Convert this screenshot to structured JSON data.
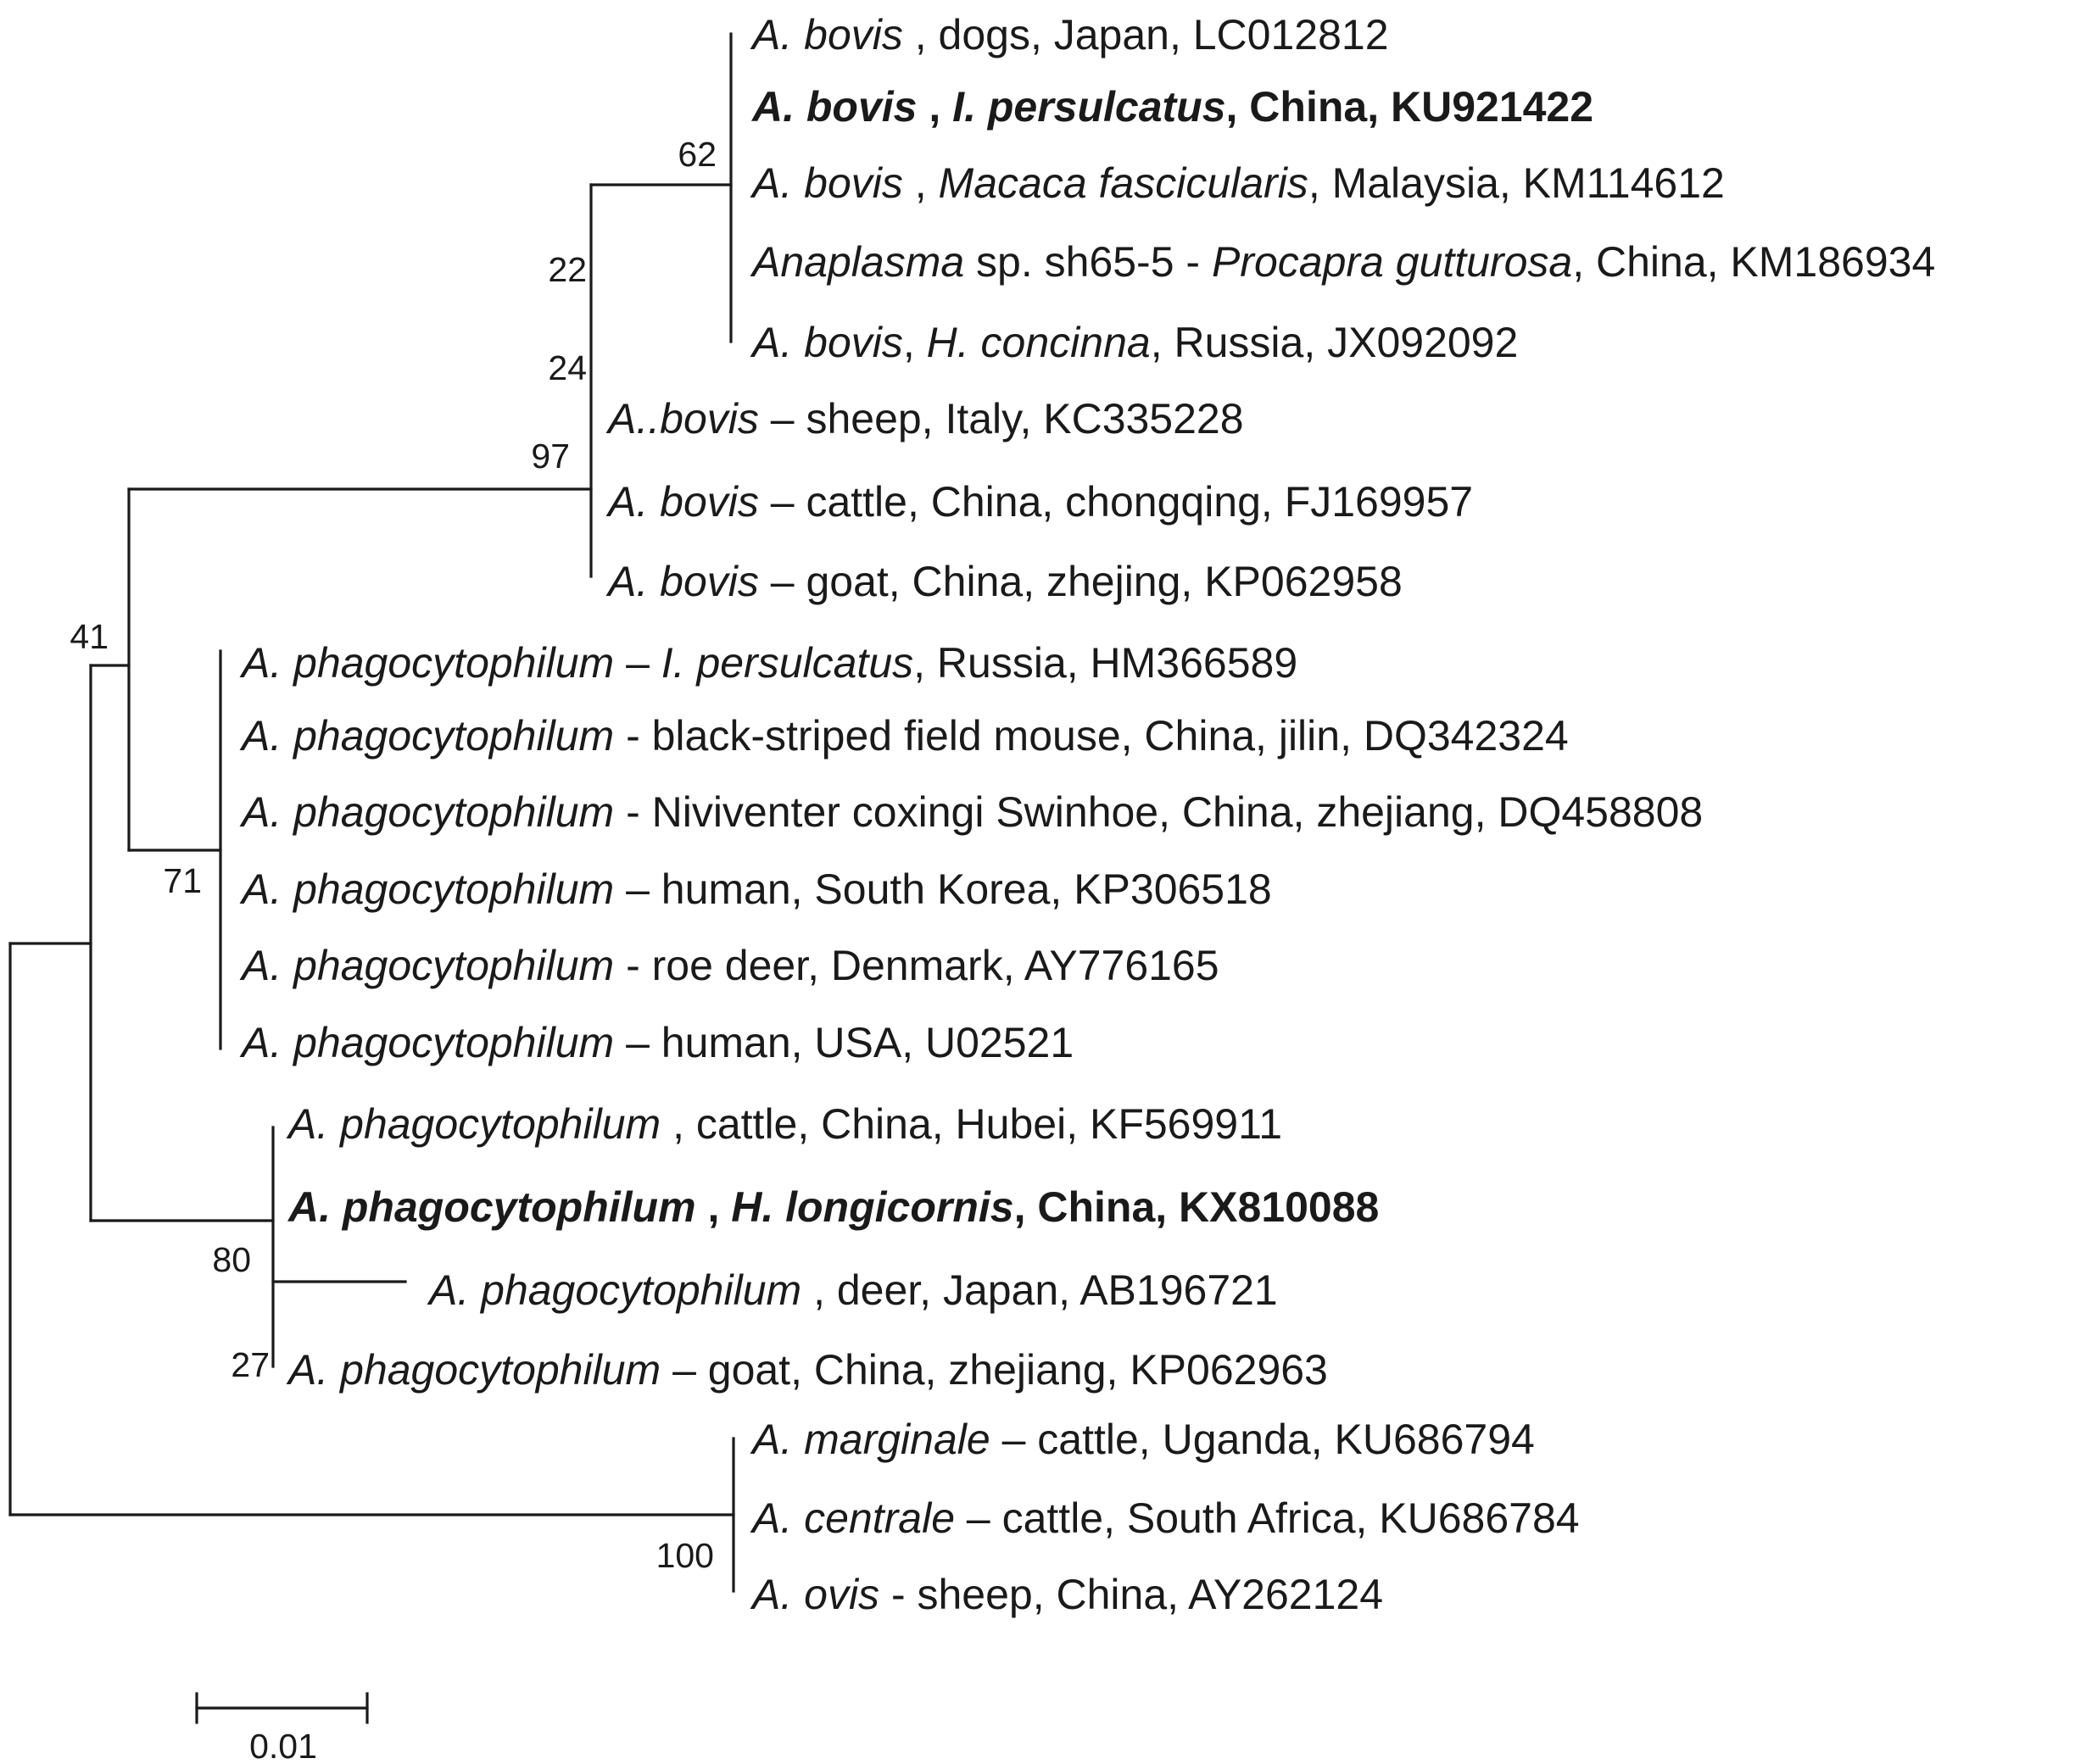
{
  "tree": {
    "taxa": [
      {
        "id": "t1",
        "bold": false,
        "parts": [
          {
            "text": "A. bovis",
            "italic": true
          },
          {
            "text": " , dogs, Japan, LC012812",
            "italic": false
          }
        ]
      },
      {
        "id": "t2",
        "bold": true,
        "parts": [
          {
            "text": "A. bovis",
            "italic": true
          },
          {
            "text": " , ",
            "italic": false
          },
          {
            "text": "I. persulcatus",
            "italic": true
          },
          {
            "text": ", China, KU921422",
            "italic": false
          }
        ]
      },
      {
        "id": "t3",
        "bold": false,
        "parts": [
          {
            "text": "A. bovis",
            "italic": true
          },
          {
            "text": " , ",
            "italic": false
          },
          {
            "text": "Macaca fascicularis",
            "italic": true
          },
          {
            "text": ", Malaysia, KM114612",
            "italic": false
          }
        ]
      },
      {
        "id": "t4",
        "bold": false,
        "parts": [
          {
            "text": "Anaplasma",
            "italic": true
          },
          {
            "text": " sp. sh65-5 - ",
            "italic": false
          },
          {
            "text": "Procapra gutturosa",
            "italic": true
          },
          {
            "text": ", China, KM186934",
            "italic": false
          }
        ]
      },
      {
        "id": "t5",
        "bold": false,
        "parts": [
          {
            "text": "A. bovis",
            "italic": true
          },
          {
            "text": ", ",
            "italic": false
          },
          {
            "text": "H. concinna",
            "italic": true
          },
          {
            "text": ", Russia, JX092092",
            "italic": false
          }
        ]
      },
      {
        "id": "t6",
        "bold": false,
        "parts": [
          {
            "text": "A..bovis",
            "italic": true
          },
          {
            "text": " – sheep, Italy, KC335228",
            "italic": false
          }
        ]
      },
      {
        "id": "t7",
        "bold": false,
        "parts": [
          {
            "text": "A. bovis",
            "italic": true
          },
          {
            "text": " – cattle, China, chongqing, FJ169957",
            "italic": false
          }
        ]
      },
      {
        "id": "t8",
        "bold": false,
        "parts": [
          {
            "text": "A. bovis",
            "italic": true
          },
          {
            "text": " – goat, China, zhejing, KP062958",
            "italic": false
          }
        ]
      },
      {
        "id": "t9",
        "bold": false,
        "parts": [
          {
            "text": "A. phagocytophilum",
            "italic": true
          },
          {
            "text": " – ",
            "italic": false
          },
          {
            "text": "I. persulcatus",
            "italic": true
          },
          {
            "text": ", Russia, HM366589",
            "italic": false
          }
        ]
      },
      {
        "id": "t10",
        "bold": false,
        "parts": [
          {
            "text": "A. phagocytophilum",
            "italic": true
          },
          {
            "text": " - black-striped field mouse,  China, jilin, DQ342324",
            "italic": false
          }
        ]
      },
      {
        "id": "t11",
        "bold": false,
        "parts": [
          {
            "text": "A. phagocytophilum",
            "italic": true
          },
          {
            "text": " - Niviventer coxingi Swinhoe, China, zhejiang, DQ458808",
            "italic": false
          }
        ]
      },
      {
        "id": "t12",
        "bold": false,
        "parts": [
          {
            "text": "A. phagocytophilum",
            "italic": true
          },
          {
            "text": " – human, South Korea, KP306518",
            "italic": false
          }
        ]
      },
      {
        "id": "t13",
        "bold": false,
        "parts": [
          {
            "text": "A. phagocytophilum",
            "italic": true
          },
          {
            "text": " - roe deer, Denmark, AY776165",
            "italic": false
          }
        ]
      },
      {
        "id": "t14",
        "bold": false,
        "parts": [
          {
            "text": "A. phagocytophilum",
            "italic": true
          },
          {
            "text": " – human, USA, U02521",
            "italic": false
          }
        ]
      },
      {
        "id": "t15",
        "bold": false,
        "parts": [
          {
            "text": "A. phagocytophilum",
            "italic": true
          },
          {
            "text": " , cattle, China, Hubei, KF569911",
            "italic": false
          }
        ]
      },
      {
        "id": "t16",
        "bold": true,
        "parts": [
          {
            "text": "A. phagocytophilum",
            "italic": true
          },
          {
            "text": " , ",
            "italic": false
          },
          {
            "text": "H. longicornis",
            "italic": true
          },
          {
            "text": ", China, KX810088",
            "italic": false
          }
        ]
      },
      {
        "id": "t17",
        "bold": false,
        "parts": [
          {
            "text": "A. phagocytophilum",
            "italic": true
          },
          {
            "text": " , deer, Japan, AB196721",
            "italic": false
          }
        ]
      },
      {
        "id": "t18",
        "bold": false,
        "parts": [
          {
            "text": "A. phagocytophilum",
            "italic": true
          },
          {
            "text": " – goat, China, zhejiang, KP062963",
            "italic": false
          }
        ]
      },
      {
        "id": "t19",
        "bold": false,
        "parts": [
          {
            "text": "A. marginale",
            "italic": true
          },
          {
            "text": " – cattle, Uganda, KU686794",
            "italic": false
          }
        ]
      },
      {
        "id": "t20",
        "bold": false,
        "parts": [
          {
            "text": "A. centrale",
            "italic": true
          },
          {
            "text": " – cattle, South Africa, KU686784",
            "italic": false
          }
        ]
      },
      {
        "id": "t21",
        "bold": false,
        "parts": [
          {
            "text": "A. ovis",
            "italic": true
          },
          {
            "text": " - sheep, China, AY262124",
            "italic": false
          }
        ]
      }
    ],
    "bootstrap": [
      {
        "id": "b62",
        "value": "62"
      },
      {
        "id": "b22",
        "value": "22"
      },
      {
        "id": "b24",
        "value": "24"
      },
      {
        "id": "b97",
        "value": "97"
      },
      {
        "id": "b41",
        "value": "41"
      },
      {
        "id": "b71",
        "value": "71"
      },
      {
        "id": "b80",
        "value": "80"
      },
      {
        "id": "b27",
        "value": "27"
      },
      {
        "id": "b100",
        "value": "100"
      }
    ],
    "scale_bar": {
      "label": "0.01",
      "value": 0.01
    }
  }
}
